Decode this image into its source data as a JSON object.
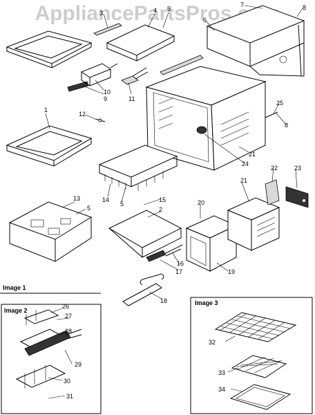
{
  "watermark": "AppliancePartsPros.com",
  "boxes": [
    {
      "title": "Image 1"
    },
    {
      "title": "Image 2"
    },
    {
      "title": "Image 3"
    }
  ],
  "callouts": [
    "1",
    "2",
    "3",
    "4",
    "5",
    "6",
    "7",
    "8",
    "9",
    "10",
    "11",
    "12",
    "13",
    "14",
    "15",
    "16",
    "17",
    "18",
    "19",
    "20",
    "21",
    "22",
    "23",
    "24",
    "25",
    "26",
    "27",
    "28",
    "29",
    "30",
    "31",
    "32",
    "33",
    "34"
  ]
}
